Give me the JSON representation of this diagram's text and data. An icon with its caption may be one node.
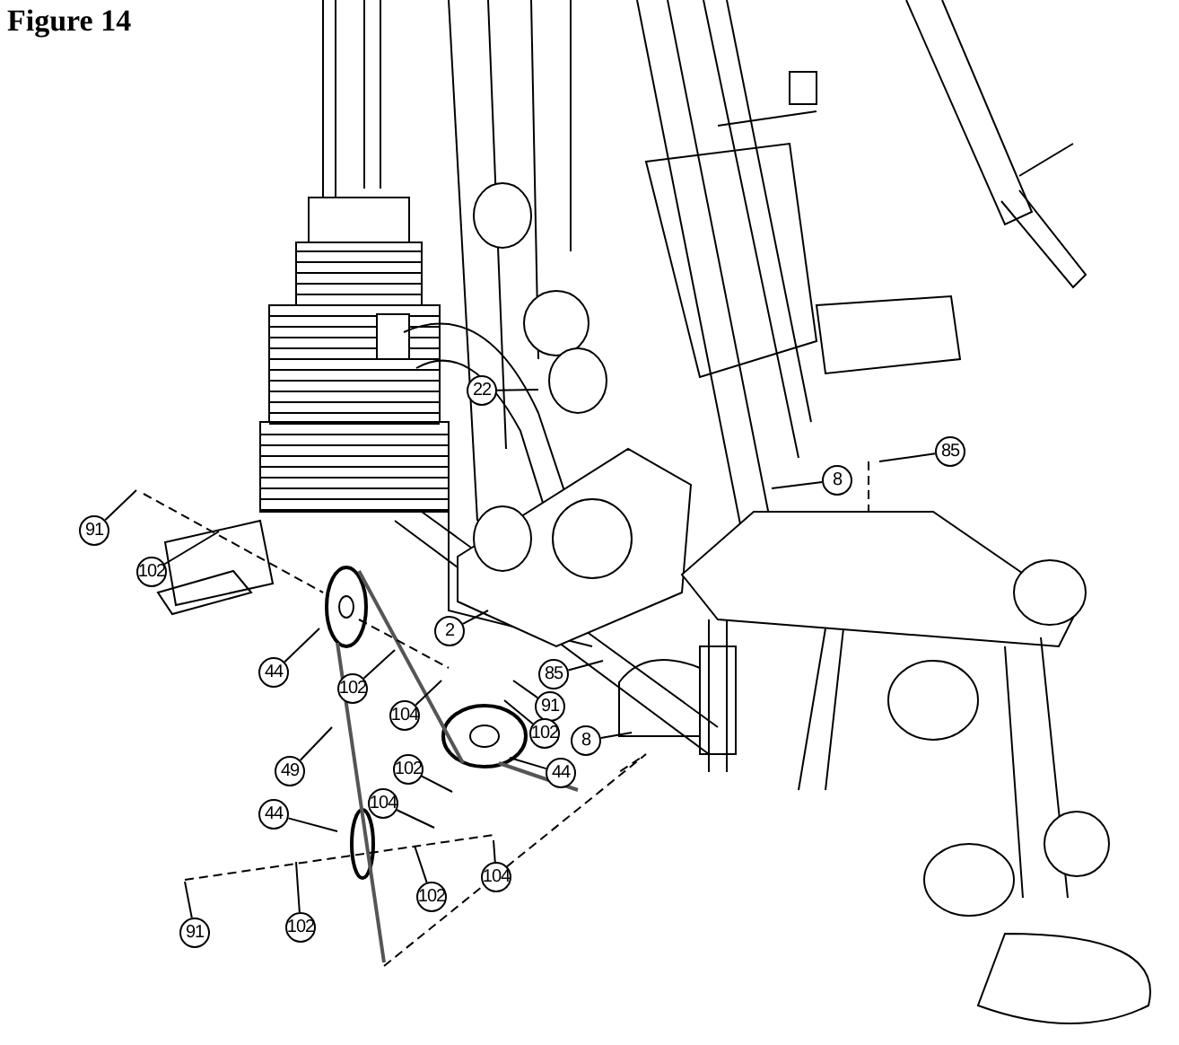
{
  "diagram": {
    "title": "Figure 14",
    "nodes": [
      {
        "text": [
          "22"
        ]
      },
      {
        "text": [
          "8"
        ]
      },
      {
        "text": [
          "85"
        ]
      },
      {
        "text": [
          "91"
        ]
      },
      {
        "text": [
          "102"
        ]
      },
      {
        "text": [
          "2"
        ]
      },
      {
        "text": [
          "85"
        ]
      },
      {
        "text": [
          "44"
        ]
      },
      {
        "text": [
          "102"
        ]
      },
      {
        "text": [
          "91"
        ]
      },
      {
        "text": [
          "104"
        ]
      },
      {
        "text": [
          "102"
        ]
      },
      {
        "text": [
          "8"
        ]
      },
      {
        "text": [
          "49"
        ]
      },
      {
        "text": [
          "44"
        ]
      },
      {
        "text": [
          "102"
        ]
      },
      {
        "text": [
          "104"
        ]
      },
      {
        "text": [
          "44"
        ]
      },
      {
        "text": [
          "104"
        ]
      },
      {
        "text": [
          "102"
        ]
      },
      {
        "text": [
          "91"
        ]
      },
      {
        "text": [
          "102"
        ]
      }
    ],
    "edges": [
      {
        "from": 0,
        "to": null,
        "arrow": "none"
      },
      {
        "from": 1,
        "to": null,
        "arrow": "none"
      },
      {
        "from": 2,
        "to": null,
        "arrow": "none"
      },
      {
        "from": 3,
        "to": null,
        "arrow": "none"
      },
      {
        "from": 4,
        "to": null,
        "arrow": "none"
      },
      {
        "from": 5,
        "to": null,
        "arrow": "none"
      },
      {
        "from": 6,
        "to": null,
        "arrow": "none"
      },
      {
        "from": 7,
        "to": null,
        "arrow": "none"
      },
      {
        "from": 8,
        "to": null,
        "arrow": "none"
      },
      {
        "from": 9,
        "to": null,
        "arrow": "none"
      },
      {
        "from": 10,
        "to": null,
        "arrow": "none"
      },
      {
        "from": 11,
        "to": null,
        "arrow": "none"
      },
      {
        "from": 12,
        "to": null,
        "arrow": "none"
      },
      {
        "from": 13,
        "to": null,
        "arrow": "none"
      },
      {
        "from": 14,
        "to": null,
        "arrow": "none"
      },
      {
        "from": 15,
        "to": null,
        "arrow": "none"
      },
      {
        "from": 16,
        "to": null,
        "arrow": "none"
      },
      {
        "from": 17,
        "to": null,
        "arrow": "none"
      },
      {
        "from": 18,
        "to": null,
        "arrow": "none"
      },
      {
        "from": 19,
        "to": null,
        "arrow": "none"
      },
      {
        "from": 20,
        "to": null,
        "arrow": "none"
      },
      {
        "from": 21,
        "to": null,
        "arrow": "none"
      }
    ]
  }
}
